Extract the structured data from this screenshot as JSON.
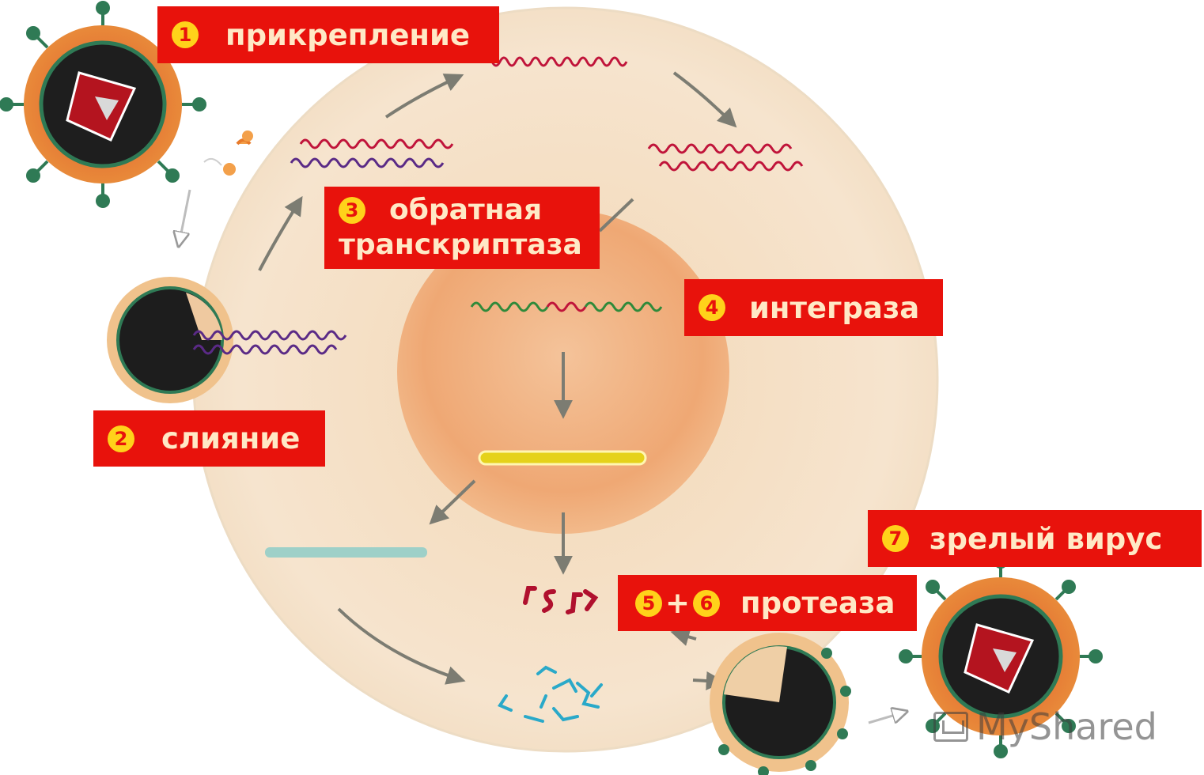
{
  "steps": [
    {
      "num": "1",
      "label": "прикрепление"
    },
    {
      "num": "2",
      "label": "слияние"
    },
    {
      "num": "3",
      "label_line1": "обратная",
      "label_line2": "транскриптаза"
    },
    {
      "num": "4",
      "label": "интеграза"
    },
    {
      "num_a": "5",
      "plus": "+",
      "num_b": "6",
      "label": "протеаза"
    },
    {
      "num": "7",
      "label": "зрелый вирус"
    }
  ],
  "watermark": {
    "text": "MyShared",
    "icon": "myshared-logo-icon"
  },
  "colors": {
    "label_bg": "#e8120c",
    "label_text": "#ffe9c6",
    "badge": "#ffd21a",
    "cell": "#f6e3cc",
    "nucleus": "#f2b483",
    "rna_red": "#c0143a",
    "dna_purple": "#5a2a86",
    "proviral_green": "#2f8a3a",
    "integrated_yellow": "#e5d21a",
    "mrna_teal": "#9ed0c8",
    "protein_cyan": "#2aa9c9"
  }
}
